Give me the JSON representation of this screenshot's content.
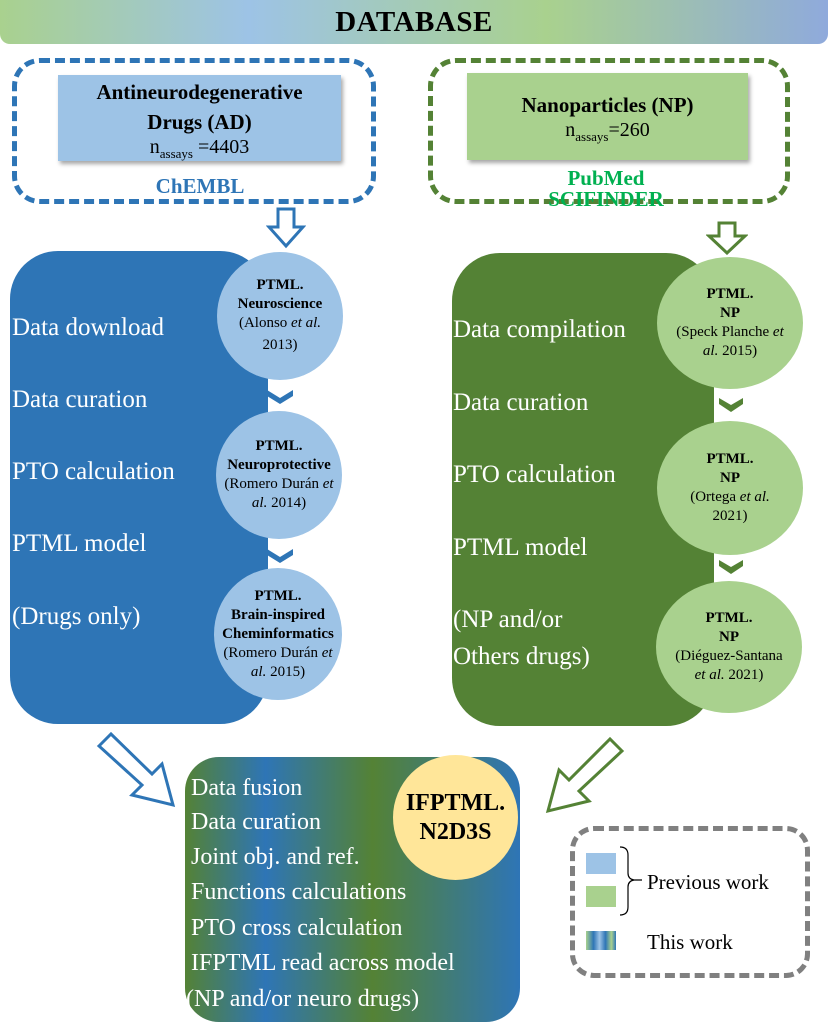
{
  "header": {
    "title": "DATABASE"
  },
  "sources": {
    "ad": {
      "title_line1": "Antineurodegenerative",
      "title_line2": "Drugs (AD)",
      "count_base": "n",
      "count_sub": "assays",
      "count_value": " =4403",
      "database": "ChEMBL"
    },
    "np": {
      "title": "Nanoparticles (NP)",
      "count_base": "n",
      "count_sub": "assays",
      "count_value": "=260",
      "database_line1": "PubMed",
      "database_line2": "SCIFINDER"
    }
  },
  "left_panel": {
    "steps": [
      "Data download",
      "Data curation",
      "PTO calculation",
      "PTML model",
      "(Drugs only)"
    ],
    "models": [
      {
        "title": "PTML.",
        "subtitle": "Neuroscience",
        "author": "(Alonso ",
        "etal": "et al.",
        "year": "2013)"
      },
      {
        "title": "PTML.",
        "subtitle": "Neuroprotective",
        "author": "(Romero Durán ",
        "etal": "et",
        "etal2": "al.",
        "year": " 2014)"
      },
      {
        "title": "PTML.",
        "subtitle": "Brain-inspired",
        "subtitle2": "Cheminformatics",
        "author": "(Romero Durán ",
        "etal": "et",
        "etal2": "al.",
        "year": " 2015)"
      }
    ]
  },
  "right_panel": {
    "steps": [
      "Data compilation",
      "Data curation",
      "PTO calculation",
      "PTML model",
      "(NP and/or",
      "Others drugs)"
    ],
    "models": [
      {
        "title": "PTML.",
        "subtitle": "NP",
        "author": "(Speck Planche ",
        "etal": "et",
        "etal2": "al.",
        "year": " 2015)"
      },
      {
        "title": "PTML.",
        "subtitle": "NP",
        "author": "(Ortega ",
        "etal": "et al.",
        "year": "2021)"
      },
      {
        "title": "PTML.",
        "subtitle": "NP",
        "author": "(Diéguez-Santana",
        "etal": "et al.",
        "year": " 2021)"
      }
    ]
  },
  "fusion": {
    "steps": [
      "Data fusion",
      "Data curation",
      "Joint obj. and ref.",
      "Functions calculations",
      "PTO cross calculation",
      "IFPTML read across model",
      "(NP and/or neuro drugs)"
    ],
    "model_line1": "IFPTML.",
    "model_line2": "N2D3S"
  },
  "legend": {
    "previous": "Previous work",
    "this": "This work"
  },
  "colors": {
    "blue_dark": "#2e75b6",
    "blue_light": "#9dc3e6",
    "green_dark": "#548235",
    "green_light": "#a9d18e",
    "green_text": "#00b050",
    "yellow": "#ffe699",
    "gray": "#808080"
  }
}
